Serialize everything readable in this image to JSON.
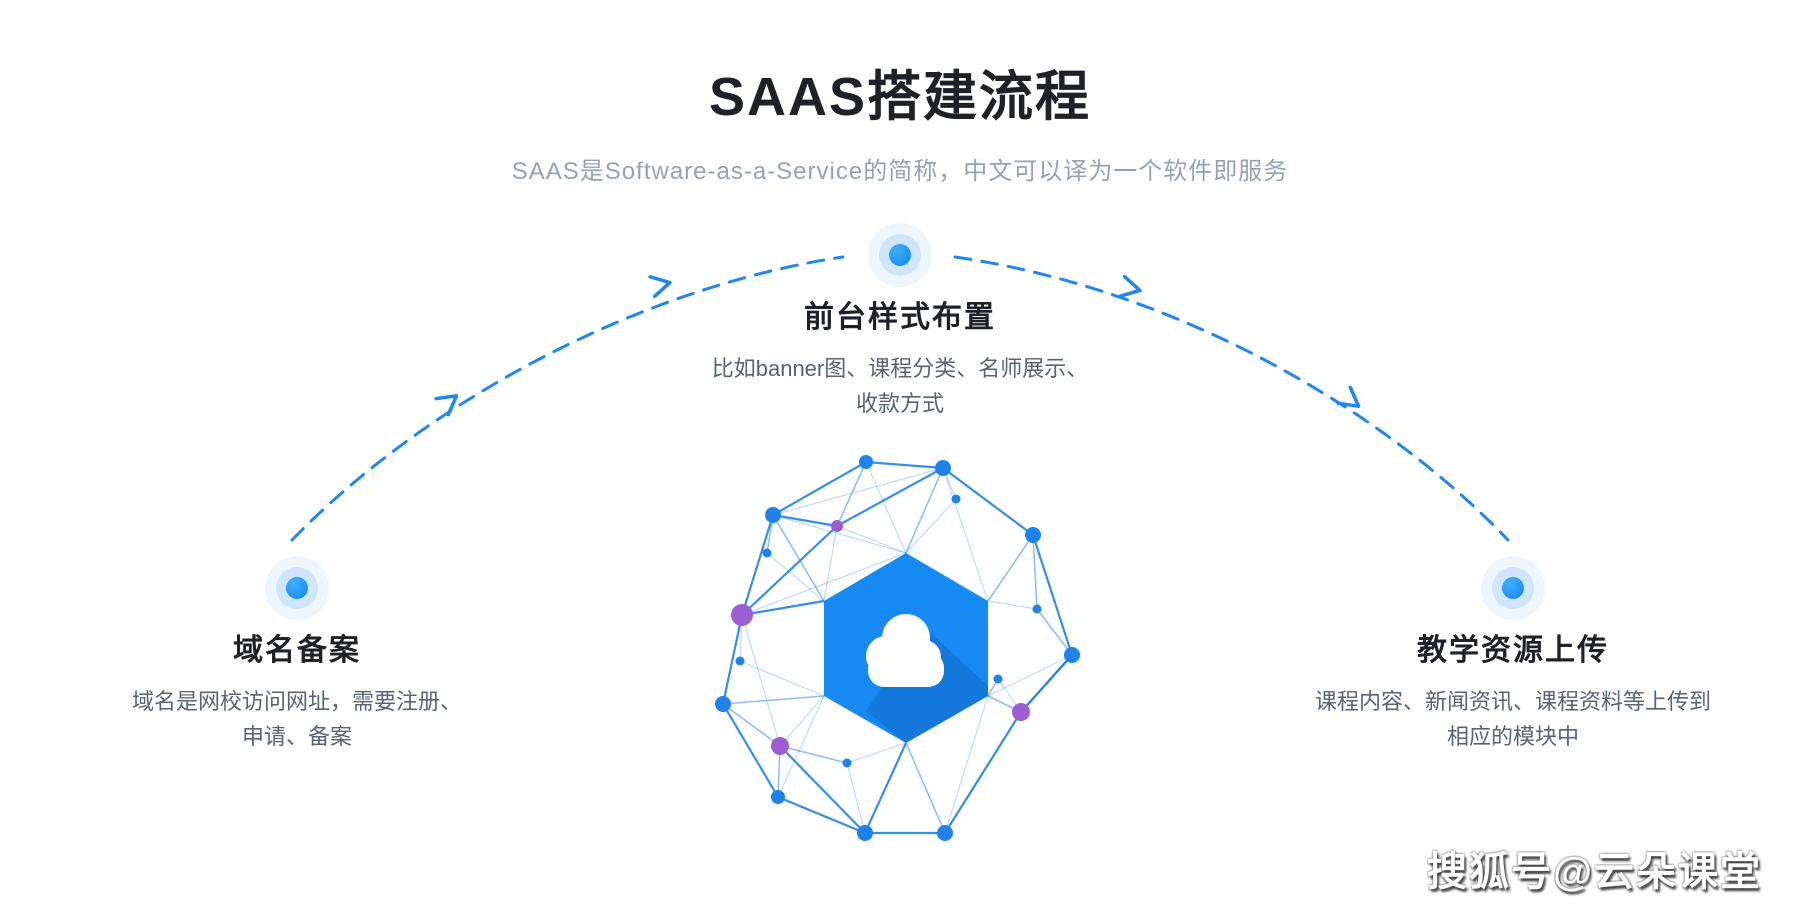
{
  "header": {
    "title": "SAAS搭建流程",
    "subtitle": "SAAS是Software-as-a-Service的简称，中文可以译为一个软件即服务"
  },
  "steps": [
    {
      "title": "域名备案",
      "desc1": "域名是网校访问网址，需要注册、",
      "desc2": "申请、备案"
    },
    {
      "title": "前台样式布置",
      "desc1": "比如banner图、课程分类、名师展示、",
      "desc2": "收款方式"
    },
    {
      "title": "教学资源上传",
      "desc1": "课程内容、新闻资讯、课程资料等上传到",
      "desc2": "相应的模块中"
    }
  ],
  "watermark": {
    "text": "搜狐号@云朵课堂"
  },
  "colors": {
    "background": "#ffffff",
    "title_text": "#1f2126",
    "subtitle_text": "#98a1b0",
    "desc_text": "#5b6370",
    "arc_blue": "#1f88f0",
    "network_blue": "#1e82ea",
    "node_purple": "#9d5ed2",
    "hexagon_blue": "#1789f2",
    "dot_core_blue": "#0d84ee",
    "dot_halo": "#cfe6fa",
    "cloud": "#ffffff"
  }
}
